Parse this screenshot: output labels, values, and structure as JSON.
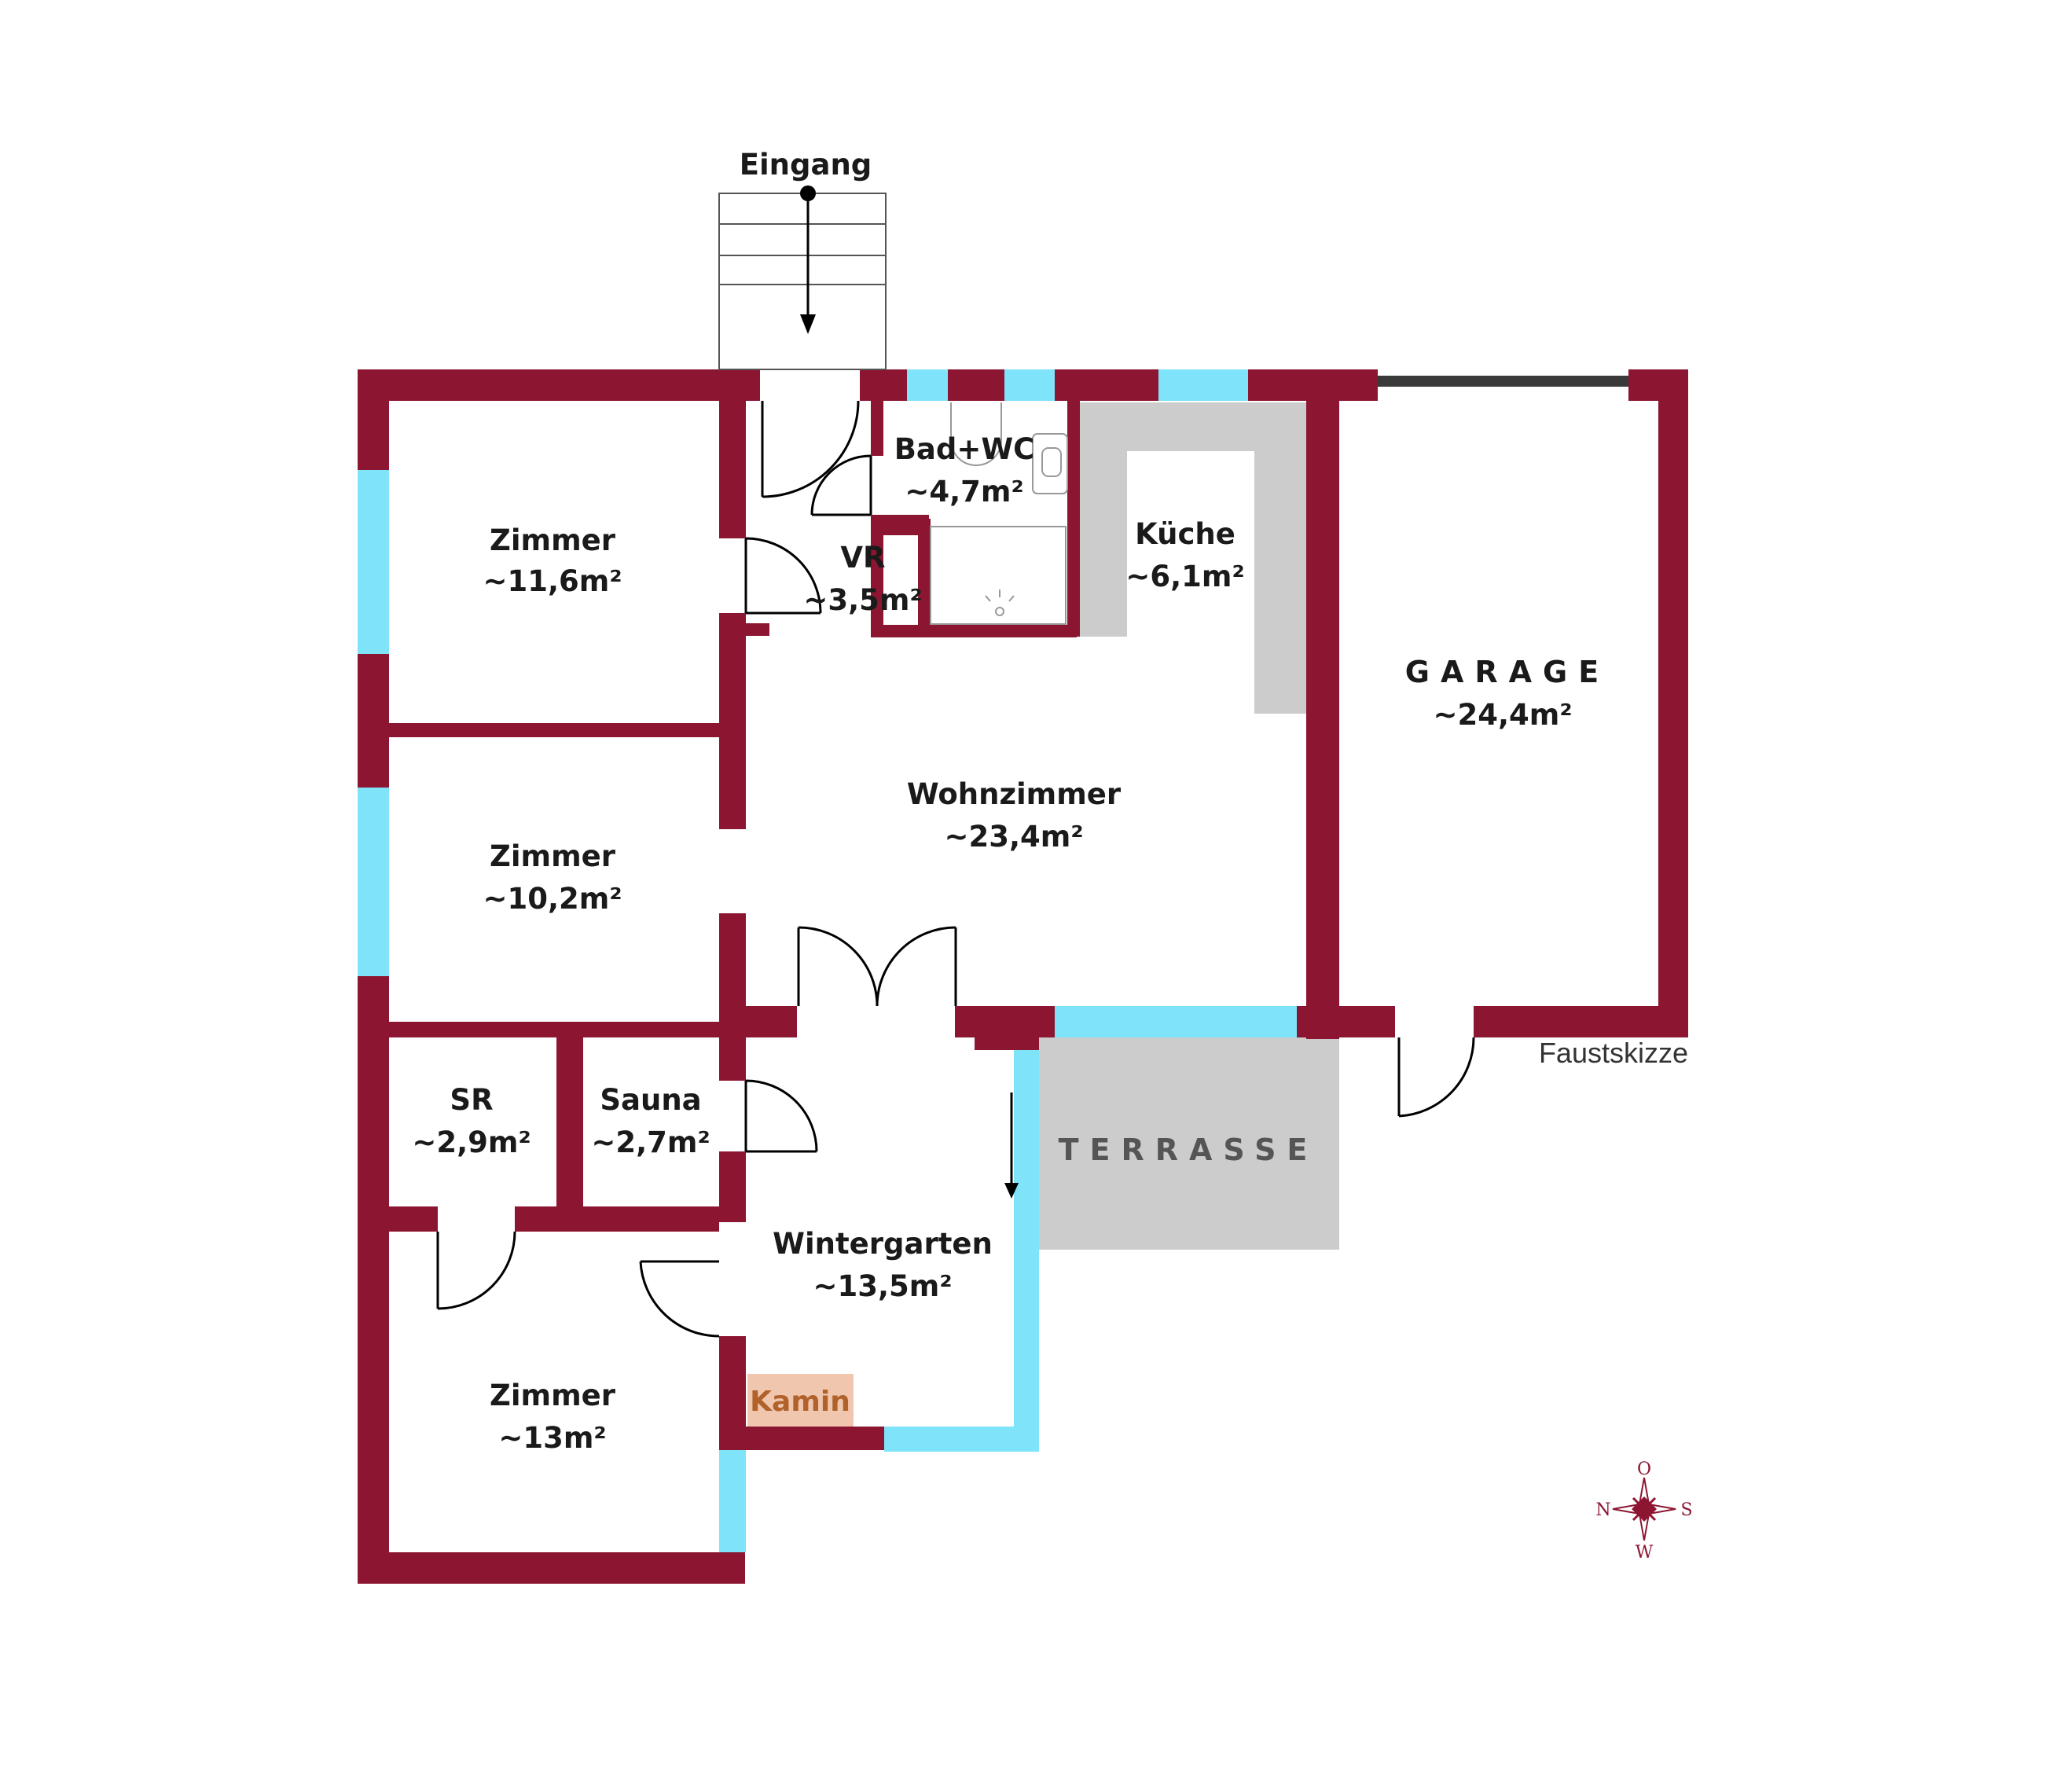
{
  "colors": {
    "wall": "#8c1631",
    "window": "#7fe3fa",
    "grey_area": "#cccccc",
    "kamin_fill": "#f0c6ae",
    "kamin_text": "#b0622a"
  },
  "entrance": {
    "label": "Eingang"
  },
  "rooms": {
    "zimmer1": {
      "name": "Zimmer",
      "area": "~11,6m²"
    },
    "zimmer2": {
      "name": "Zimmer",
      "area": "~10,2m²"
    },
    "zimmer3": {
      "name": "Zimmer",
      "area": "~13m²"
    },
    "bad": {
      "name": "Bad+WC",
      "area": "~4,7m²"
    },
    "vr": {
      "name": "VR",
      "area": "~3,5m²"
    },
    "kueche": {
      "name": "Küche",
      "area": "~6,1m²"
    },
    "wohnzimmer": {
      "name": "Wohnzimmer",
      "area": "~23,4m²"
    },
    "garage": {
      "name": "GARAGE",
      "area": "~24,4m²"
    },
    "sr": {
      "name": "SR",
      "area": "~2,9m²"
    },
    "sauna": {
      "name": "Sauna",
      "area": "~2,7m²"
    },
    "wintergarten": {
      "name": "Wintergarten",
      "area": "~13,5m²"
    }
  },
  "terrasse": {
    "label": "TERRASSE"
  },
  "kamin": {
    "label": "Kamin"
  },
  "note": "Faustskizze",
  "compass": {
    "north": "N",
    "south": "S",
    "east": "O",
    "west": "W",
    "icon": "compass-rose-icon"
  }
}
